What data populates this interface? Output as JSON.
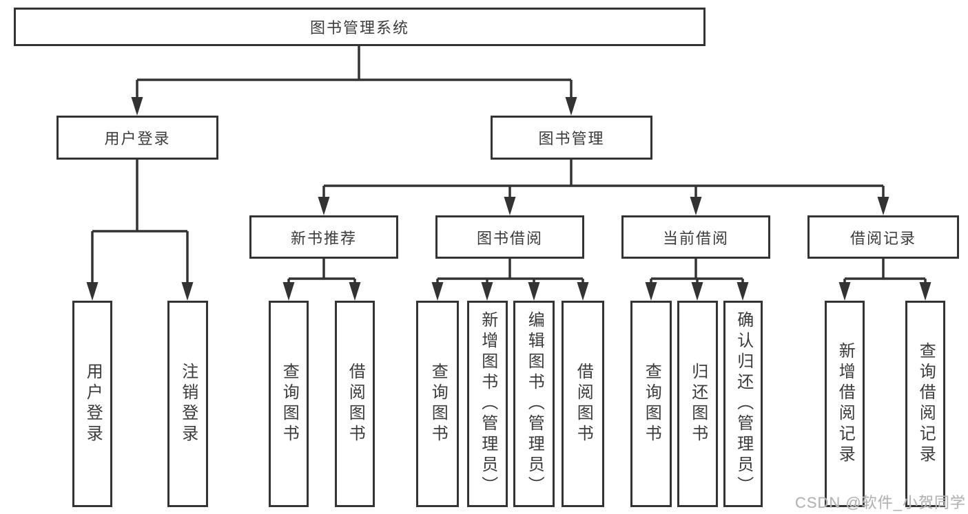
{
  "tree": {
    "root": "图书管理系统",
    "children": [
      {
        "label": "用户登录",
        "children": [
          {
            "label": "用户登录"
          },
          {
            "label": "注销登录"
          }
        ]
      },
      {
        "label": "图书管理",
        "children": [
          {
            "label": "新书推荐",
            "children": [
              {
                "label": "查询图书"
              },
              {
                "label": "借阅图书"
              }
            ]
          },
          {
            "label": "图书借阅",
            "children": [
              {
                "label": "查询图书"
              },
              {
                "label": "新增图书（管理员）"
              },
              {
                "label": "编辑图书（管理员）"
              },
              {
                "label": "借阅图书"
              }
            ]
          },
          {
            "label": "当前借阅",
            "children": [
              {
                "label": "查询图书"
              },
              {
                "label": "归还图书"
              },
              {
                "label": "确认归还（管理员）"
              }
            ]
          },
          {
            "label": "借阅记录",
            "children": [
              {
                "label": "新增借阅记录"
              },
              {
                "label": "查询借阅记录"
              }
            ]
          }
        ]
      }
    ]
  },
  "watermark": {
    "text": "CSDN @软件_小贺同学"
  },
  "colors": {
    "line": "#333333",
    "box_border": "#333333",
    "text": "#3b3b3b",
    "watermark": "#b3b3b3",
    "background": "#ffffff"
  }
}
